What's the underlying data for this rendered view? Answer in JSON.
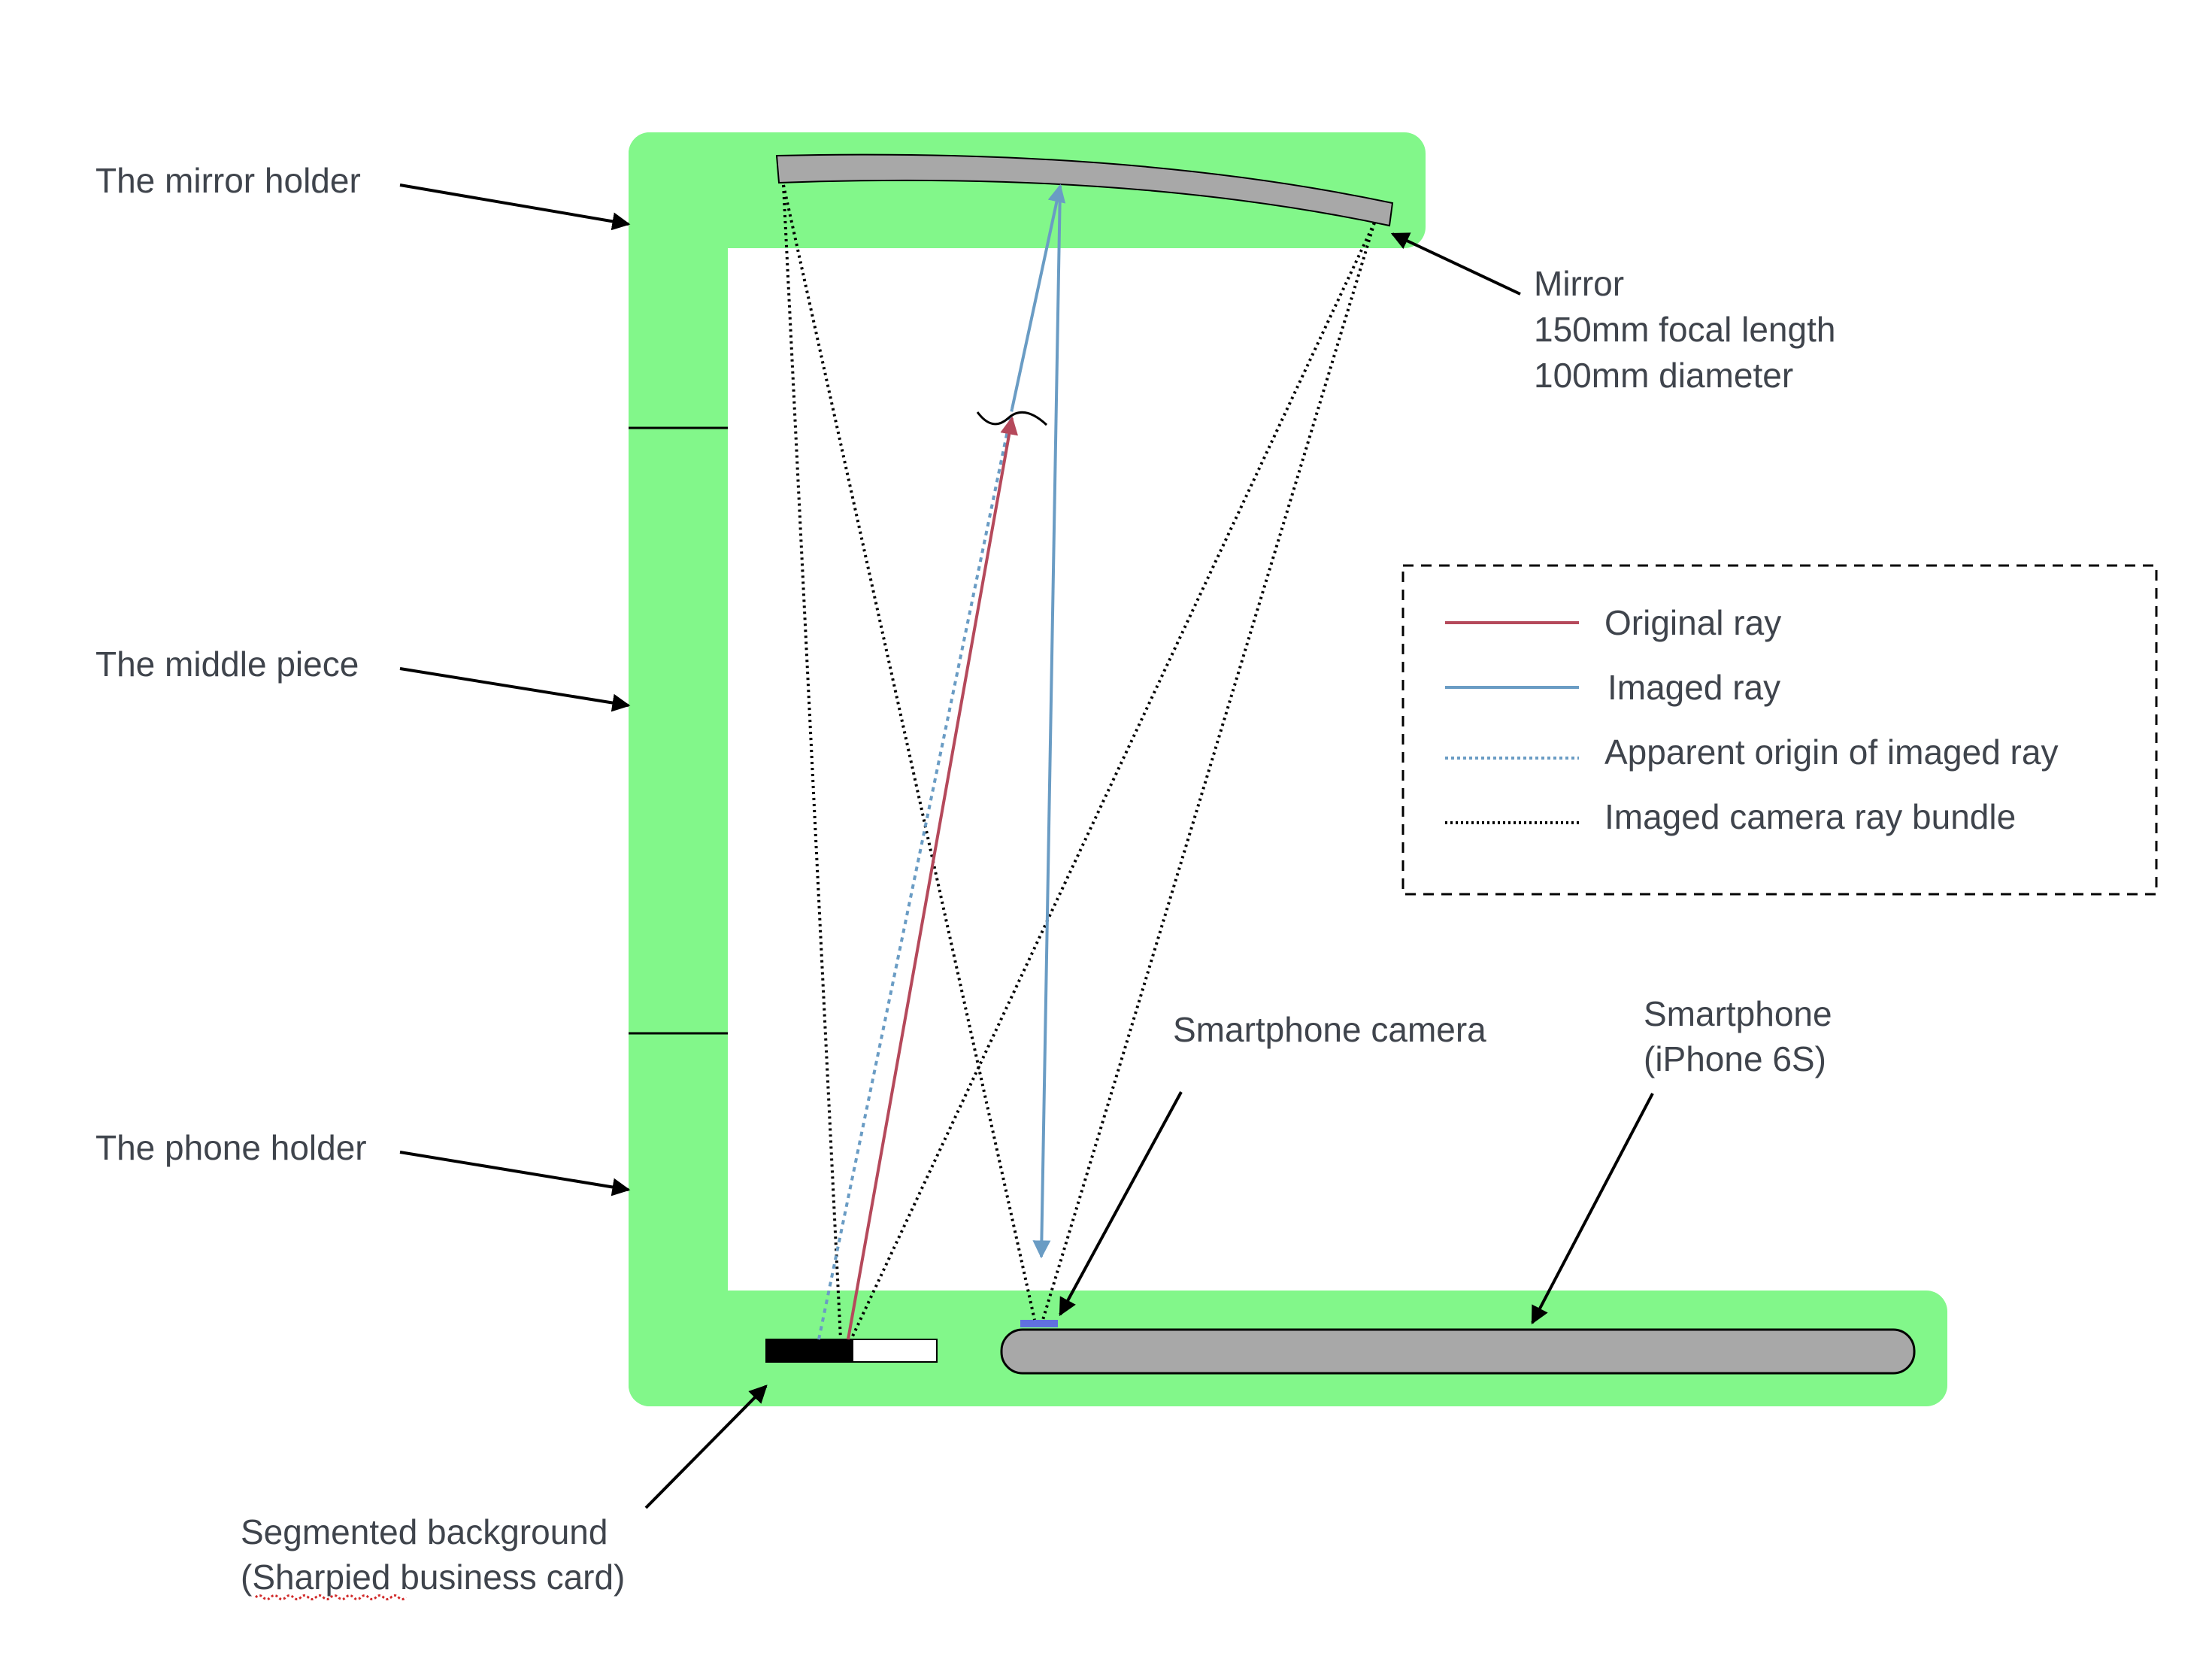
{
  "labels": {
    "mirror_holder": "The mirror holder",
    "middle_piece": "The middle piece",
    "phone_holder": "The phone holder",
    "mirror_line1": "Mirror",
    "mirror_line2": "150mm focal length",
    "mirror_line3": "100mm diameter",
    "camera": "Smartphone camera",
    "phone_line1": "Smartphone",
    "phone_line2": "(iPhone 6S)",
    "background_line1": "Segmented background",
    "background_line2": "(Sharpied business card)"
  },
  "legend": {
    "items": [
      {
        "label": "Original ray",
        "style": "solid",
        "color": "#b5495b"
      },
      {
        "label": "Imaged ray",
        "style": "solid",
        "color": "#6a9cc4"
      },
      {
        "label": "Apparent origin of imaged ray",
        "style": "dotted",
        "color": "#6a9cc4"
      },
      {
        "label": "Imaged camera ray bundle",
        "style": "dotted",
        "color": "#000000"
      }
    ]
  },
  "colors": {
    "frame": "#82f78a",
    "mirror": "#a8a8a8",
    "phone": "#a8a8a8",
    "camera_lens": "#6070e0",
    "original_ray": "#b5495b",
    "imaged_ray": "#6a9cc4",
    "label_text": "#3f444c"
  }
}
